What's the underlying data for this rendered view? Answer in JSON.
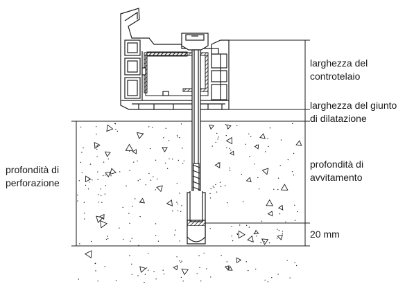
{
  "labels": {
    "frame_width": [
      "larghezza del",
      "controtelaio"
    ],
    "expansion_joint": [
      "larghezza del giunto",
      "di dilatazione"
    ],
    "drilling_depth": [
      "profondità di",
      "perforazione"
    ],
    "screwing_depth": [
      "profondità di",
      "avvitamento"
    ],
    "bottom_offset": "20 mm"
  },
  "colors": {
    "line": "#1a1a1a",
    "concrete_bg": "#ffffff",
    "hatch": "#222222",
    "fill_light": "#f4f4f4"
  }
}
